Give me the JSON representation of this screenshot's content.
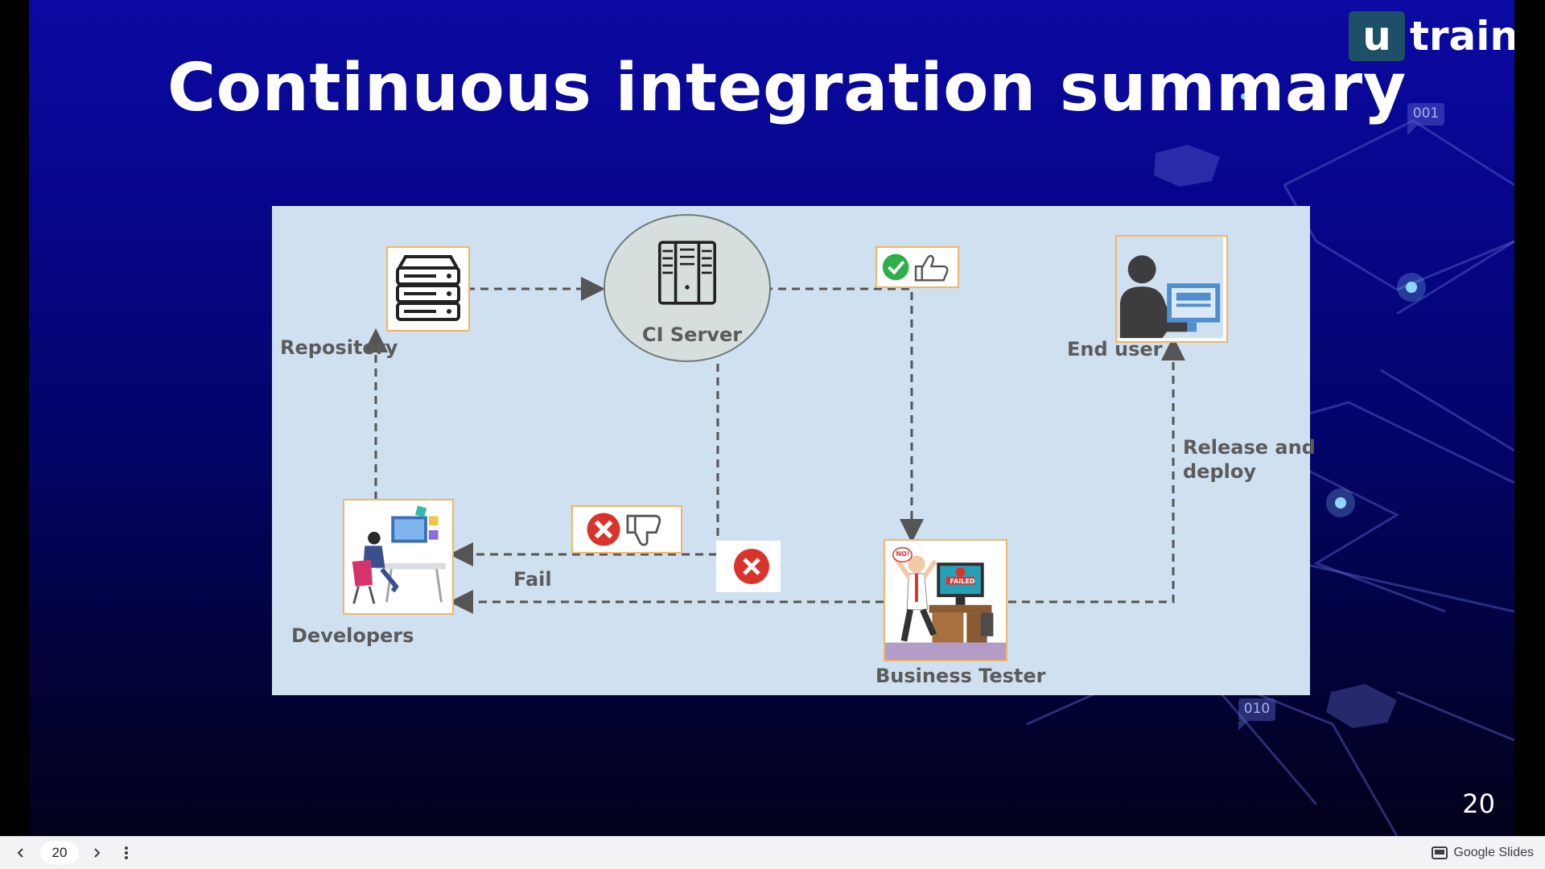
{
  "slide": {
    "title": "Continuous integration summary",
    "logo_mark": "u",
    "logo_word": "train",
    "page_number": "20",
    "deco_code_1": "001",
    "deco_code_2": "010"
  },
  "diagram": {
    "repository_label": "Repository",
    "ci_server_label": "CI Server",
    "end_user_label": "End user",
    "release_label_line1": "Release and",
    "release_label_line2": "deploy",
    "developers_label": "Developers",
    "fail_label": "Fail",
    "business_tester_label": "Business Tester",
    "failed_screen_text": "FAILED",
    "no_bubble_text": "NO!"
  },
  "bottom_bar": {
    "page_value": "20",
    "brand": "Google Slides"
  },
  "colors": {
    "slide_bg_top": "#0b0aa3",
    "diagram_bg": "#cfe0f0",
    "box_border": "#f3b562",
    "fail_red": "#d9342b",
    "success_green": "#2fae4a"
  }
}
